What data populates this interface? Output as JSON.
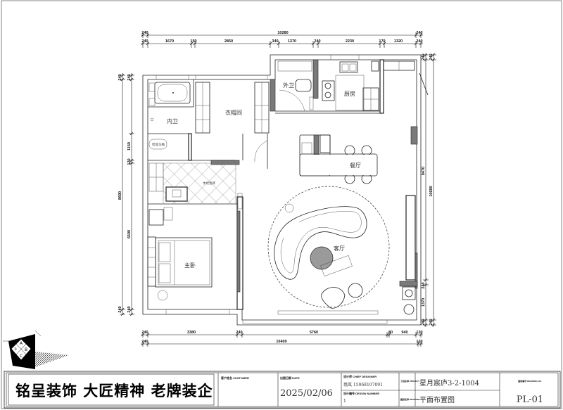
{
  "dimensions": {
    "top_row1": [
      "240",
      "10280",
      "240"
    ],
    "top_row2": [
      "240",
      "1670",
      "150",
      "2850",
      "340",
      "1370",
      "240",
      "2230",
      "170",
      "1320",
      "240"
    ],
    "bottom_row1": [
      "240",
      "3380",
      "240",
      "5760",
      "80",
      "940",
      "120"
    ],
    "bottom_row2": [
      "240",
      "10400",
      "120"
    ],
    "left_outer": [
      "240",
      "8690",
      "240"
    ],
    "left_inner": [
      "240",
      "1150",
      "120",
      "6500",
      "240"
    ],
    "right_inner": [
      "240",
      "8470",
      "240",
      "1370",
      "240"
    ],
    "right_outer": [
      "240",
      "10680",
      "240"
    ]
  },
  "rooms": {
    "outer_bath": "外卫",
    "kitchen": "厨房",
    "closet": "衣帽间",
    "inner_bath": "内卫",
    "smart_toilet": "智能马桶",
    "corridor_tile": "木纹瓷砖",
    "dining": "餐厅",
    "living": "客厅",
    "master_bedroom": "主卧"
  },
  "compass_letters": [
    "A",
    "B",
    "C",
    "D"
  ],
  "title_block": {
    "slogan": "铭呈装饰 大匠精神 老牌装企",
    "customer_label": "客户姓名 CUSTOMER",
    "date_label": "出图日期 DATE",
    "date": "2025/02/06",
    "designer_label": "设计师 CHIEF DESIGNER",
    "designer": "翁岚 15068107091",
    "design_number_label": "设计编号 DESIGN NUMBER",
    "design_number": "1",
    "project_label": "工程名称 PROJECT",
    "project": "星月宸庐3-2-1004",
    "drawing_label": "图纸名称 DRAWING",
    "drawing": "平面布置图",
    "drawing_no_label": "图纸编号 DRAWING NO.",
    "drawing_no": "PL-01"
  }
}
